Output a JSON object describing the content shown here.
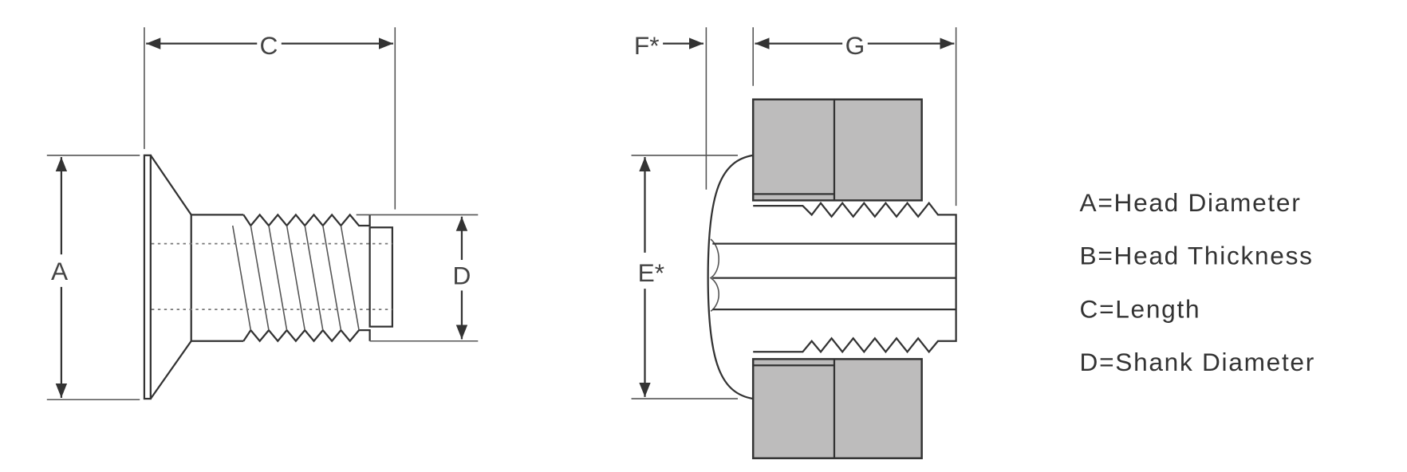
{
  "dimension_labels": {
    "a": "A",
    "c": "C",
    "d": "D",
    "e": "E*",
    "f": "F*",
    "g": "G"
  },
  "legend": [
    "A=Head Diameter",
    "B=Head Thickness",
    "C=Length",
    "D=Shank Diameter"
  ],
  "colors": {
    "line": "#333333",
    "panel_fill": "#bdbcbc"
  }
}
